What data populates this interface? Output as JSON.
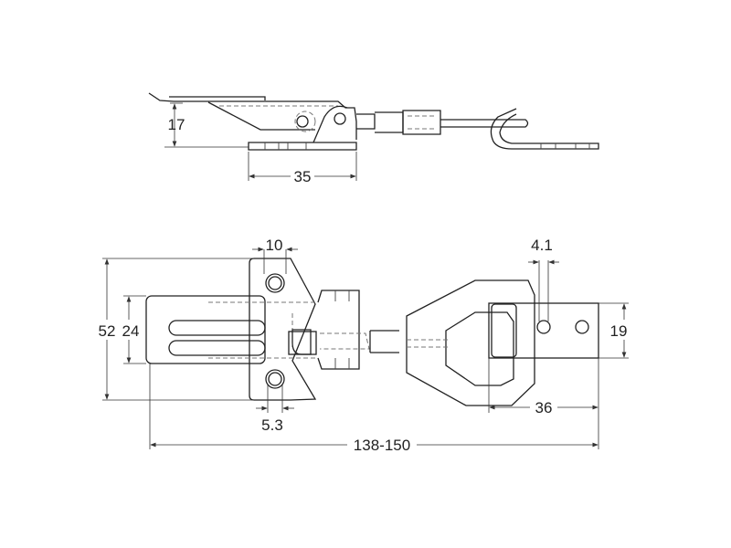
{
  "drawing": {
    "side_view": {
      "dim_height": "17",
      "dim_base_length": "35"
    },
    "top_view": {
      "dim_base_width": "52",
      "dim_lever_width": "24",
      "dim_hole_spacing": "10",
      "dim_hole_diameter": "5.3",
      "dim_keeper_hole": "4.1",
      "dim_keeper_width": "19",
      "dim_keeper_length": "36",
      "dim_overall_length": "138-150"
    }
  }
}
